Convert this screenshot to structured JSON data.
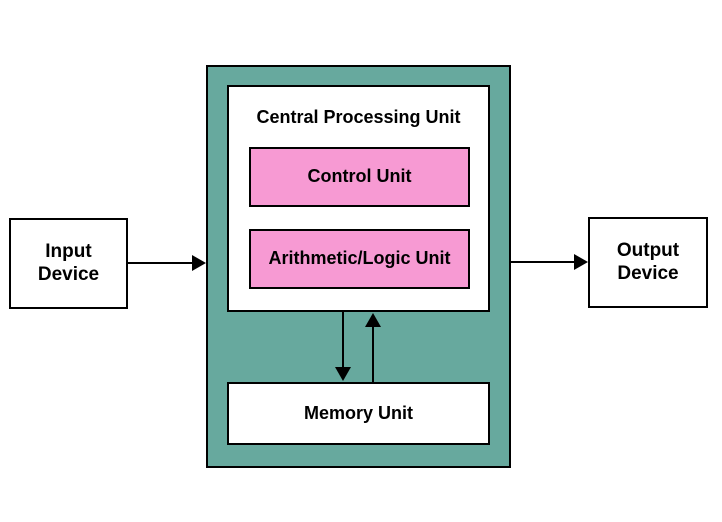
{
  "colors": {
    "system_fill": "#67a99e",
    "unit_fill": "#f79ad3",
    "line": "#000000"
  },
  "input_device": {
    "label": "Input\nDevice"
  },
  "output_device": {
    "label": "Output\nDevice"
  },
  "cpu": {
    "title": "Central Processing Unit",
    "control_unit": "Control Unit",
    "alu": "Arithmetic/Logic Unit"
  },
  "memory_unit": {
    "label": "Memory Unit"
  }
}
